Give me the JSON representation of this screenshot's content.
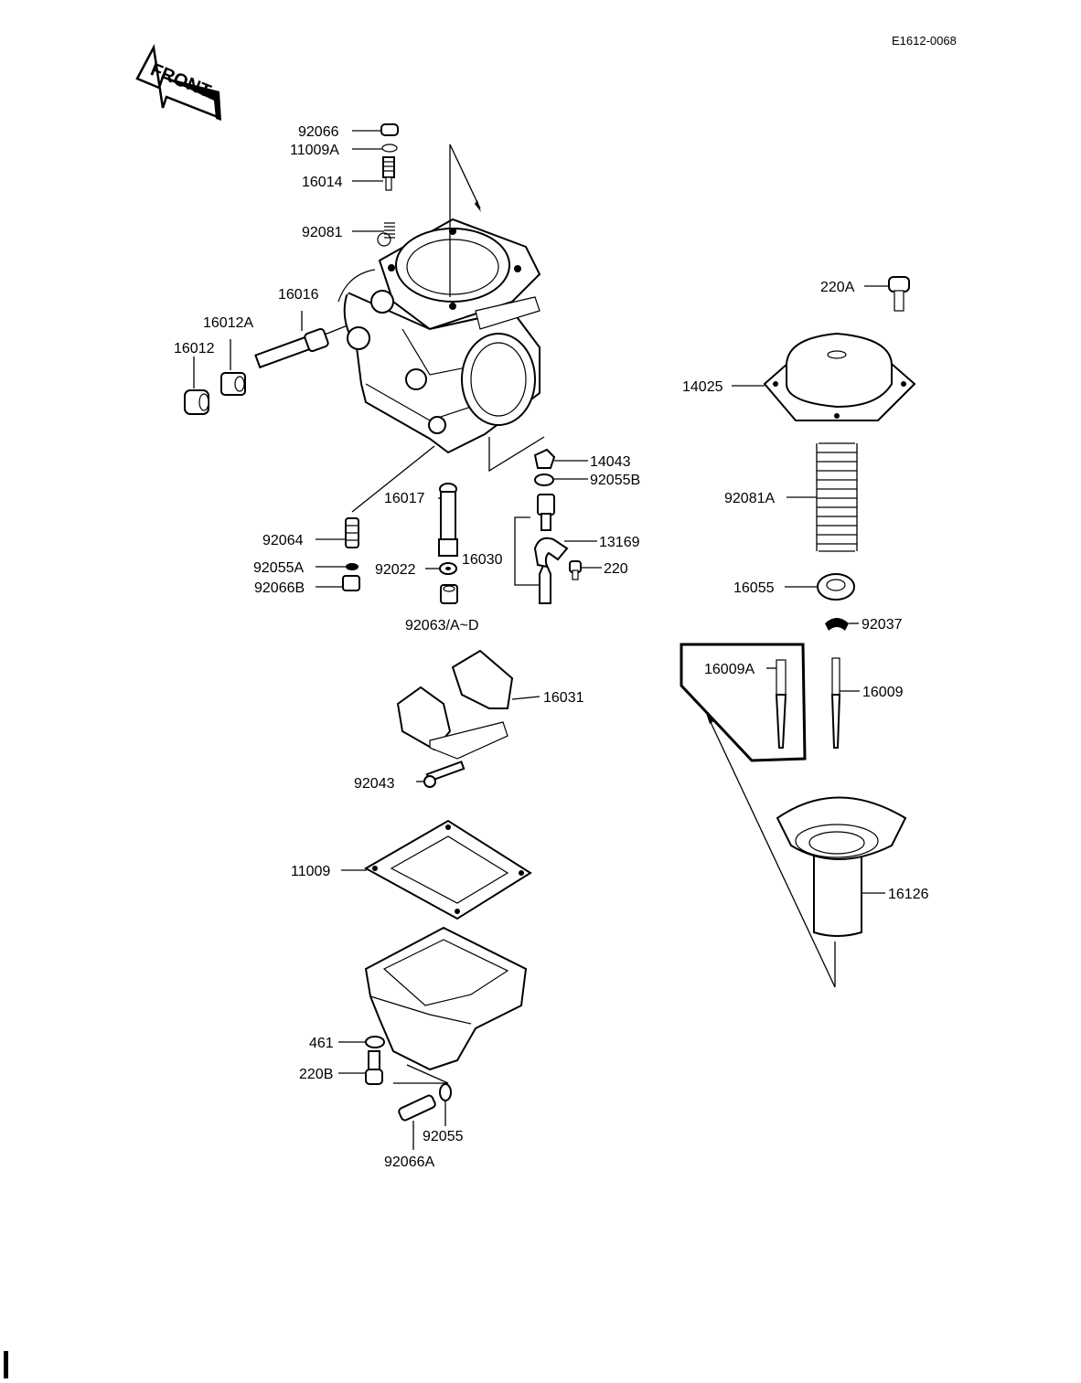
{
  "document_id": "E1612-0068",
  "front_label": "FRONT",
  "labels": {
    "l92066": "92066",
    "l11009A": "11009A",
    "l16014": "16014",
    "l92081": "92081",
    "l16016": "16016",
    "l16012A": "16012A",
    "l16012": "16012",
    "l16017": "16017",
    "l14043": "14043",
    "l92055B": "92055B",
    "l92064": "92064",
    "l13169": "13169",
    "l16030": "16030",
    "l92055A": "92055A",
    "l92022": "92022",
    "l220": "220",
    "l92066B": "92066B",
    "l92063": "92063/A~D",
    "l16031": "16031",
    "l92043": "92043",
    "l11009": "11009",
    "l461": "461",
    "l220B": "220B",
    "l92055": "92055",
    "l92066A": "92066A",
    "l220A": "220A",
    "l14025": "14025",
    "l92081A": "92081A",
    "l16055": "16055",
    "l92037": "92037",
    "l16009A": "16009A",
    "l16009": "16009",
    "l16126": "16126"
  }
}
